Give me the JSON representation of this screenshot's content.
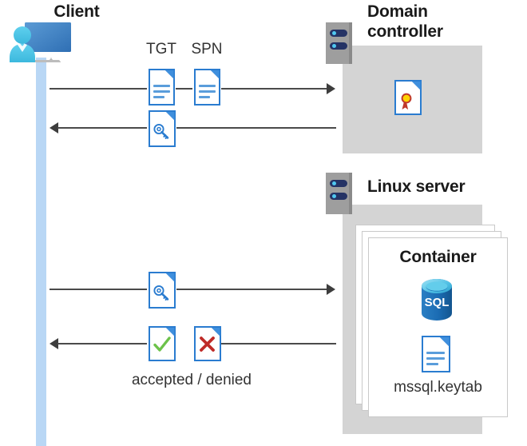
{
  "diagram": {
    "title": "Kerberos authentication flow between client, domain controller and Linux server container",
    "type": "sequence-diagram",
    "colors": {
      "lifeline": "#b9d7f5",
      "panel_gray": "#d4d4d4",
      "server_gray": "#9e9e9e",
      "server_bar_navy": "#253365",
      "server_dot_cyan": "#50c8f0",
      "doc_blue": "#2a7cd0",
      "arrow_gray": "#4a4a4a",
      "check_green": "#5cb85c",
      "x_red": "#c0392b",
      "cert_yellow": "#ffd200",
      "cert_red": "#c0392b",
      "sql_blue": "#1f6fb5",
      "sql_top_cyan": "#5ec7e8"
    }
  },
  "actors": {
    "client": {
      "label": "Client",
      "icon": "client-monitor-user-icon"
    },
    "domain_controller": {
      "label_line1": "Domain",
      "label_line2": "controller",
      "icon": "server-rack-icon",
      "contents": [
        {
          "name": "certificate-icon",
          "label": ""
        }
      ]
    },
    "linux_server": {
      "label": "Linux server",
      "icon": "server-rack-icon",
      "container": {
        "label": "Container",
        "stack_count": 3,
        "items": [
          {
            "icon": "sql-database-icon",
            "label": "SQL"
          },
          {
            "icon": "keytab-document-icon",
            "label": "mssql.keytab"
          }
        ]
      }
    }
  },
  "messages": [
    {
      "id": "msg-1",
      "direction": "right",
      "from": "client",
      "to": "domain_controller",
      "artifacts": [
        {
          "label": "TGT",
          "icon": "document-icon"
        },
        {
          "label": "SPN",
          "icon": "document-icon"
        }
      ],
      "caption": ""
    },
    {
      "id": "msg-2",
      "direction": "left",
      "from": "domain_controller",
      "to": "client",
      "artifacts": [
        {
          "label": "",
          "icon": "key-document-icon"
        }
      ],
      "caption": ""
    },
    {
      "id": "msg-3",
      "direction": "right",
      "from": "client",
      "to": "linux_server",
      "artifacts": [
        {
          "label": "",
          "icon": "key-document-icon"
        }
      ],
      "caption": ""
    },
    {
      "id": "msg-4",
      "direction": "left",
      "from": "linux_server",
      "to": "client",
      "artifacts": [
        {
          "label": "",
          "icon": "check-document-icon"
        },
        {
          "label": "",
          "icon": "x-document-icon"
        }
      ],
      "caption": "accepted / denied"
    }
  ]
}
